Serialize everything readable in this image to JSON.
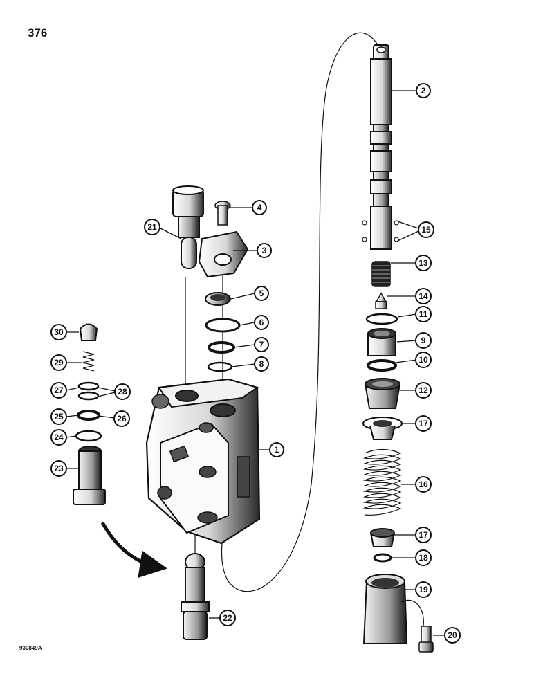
{
  "page": {
    "number": "376",
    "figure_code": "930849A"
  },
  "callouts": {
    "c1": "1",
    "c2": "2",
    "c3": "3",
    "c4": "4",
    "c5": "5",
    "c6": "6",
    "c7": "7",
    "c8": "8",
    "c9": "9",
    "c10": "10",
    "c11": "11",
    "c12": "12",
    "c13": "13",
    "c14": "14",
    "c15": "15",
    "c16": "16",
    "c17a": "17",
    "c17b": "17",
    "c18": "18",
    "c19": "19",
    "c20": "20",
    "c21": "21",
    "c22": "22",
    "c23": "23",
    "c24": "24",
    "c25": "25",
    "c26": "26",
    "c27": "27",
    "c28": "28",
    "c29": "29",
    "c30": "30"
  },
  "colors": {
    "ink": "#111111",
    "paper": "#ffffff",
    "shade": "#3a3a3a"
  }
}
